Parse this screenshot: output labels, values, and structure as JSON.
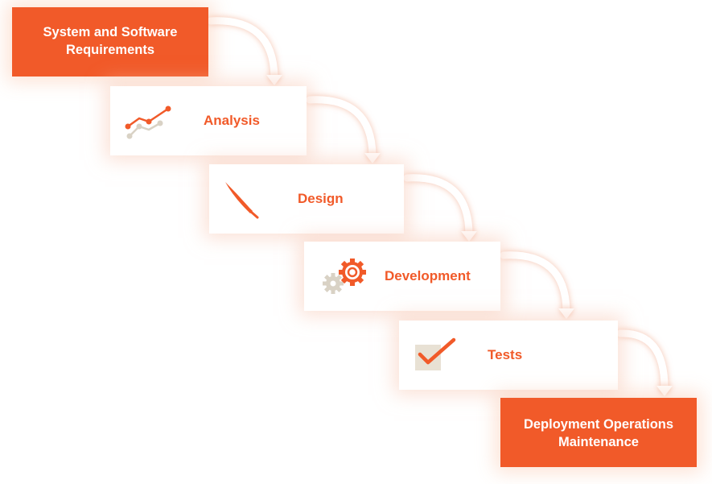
{
  "diagram": {
    "steps": [
      {
        "label": "System and Software Requirements",
        "icon": "none",
        "style": "accent"
      },
      {
        "label": "Analysis",
        "icon": "line-chart-icon",
        "style": "plain"
      },
      {
        "label": "Design",
        "icon": "paintbrush-icon",
        "style": "plain"
      },
      {
        "label": "Development",
        "icon": "gears-icon",
        "style": "plain"
      },
      {
        "label": "Tests",
        "icon": "checkbox-icon",
        "style": "plain"
      },
      {
        "label": "Deployment Operations Maintenance",
        "icon": "none",
        "style": "accent"
      }
    ],
    "connector": "curved-arrow-down-right"
  },
  "colors": {
    "accent": "#f15a29",
    "box_plain": "#ffffff",
    "glow": "#f8c8b4",
    "arrow": "#ffffff",
    "icon_muted": "#d9d2c5",
    "text_on_accent": "#ffffff"
  }
}
